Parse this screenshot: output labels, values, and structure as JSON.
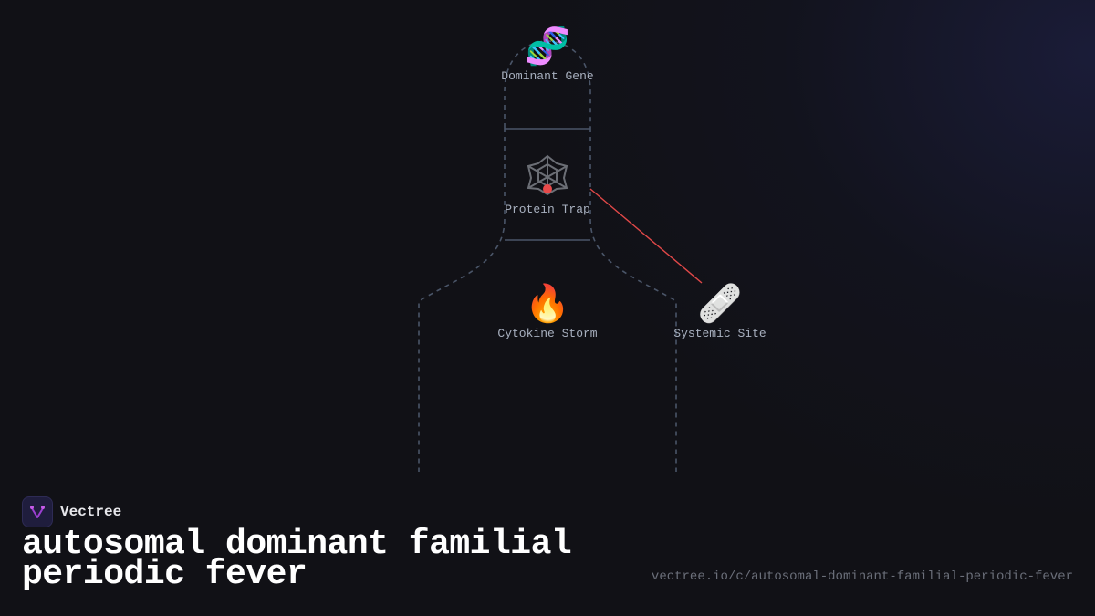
{
  "diagram": {
    "nodes": [
      {
        "id": "dominant-gene",
        "label": "Dominant Gene",
        "icon": "dna-icon",
        "glyph": "🧬"
      },
      {
        "id": "protein-trap",
        "label": "Protein Trap",
        "icon": "spider-web-icon",
        "glyph": "🕸️"
      },
      {
        "id": "cytokine-storm",
        "label": "Cytokine Storm",
        "icon": "fire-icon",
        "glyph": "🔥"
      },
      {
        "id": "systemic-site",
        "label": "Systemic Site",
        "icon": "bandage-icon",
        "glyph": "🩹"
      }
    ],
    "colors": {
      "outline": "#4a5568",
      "divider": "#4a5568",
      "link": "#e04848",
      "marker": "#e84a4a",
      "label": "#a8b0bf"
    }
  },
  "brand": {
    "name": "Vectree",
    "accent": "#9b3fd1"
  },
  "page": {
    "title": "autosomal dominant familial periodic fever",
    "url": "vectree.io/c/autosomal-dominant-familial-periodic-fever"
  }
}
